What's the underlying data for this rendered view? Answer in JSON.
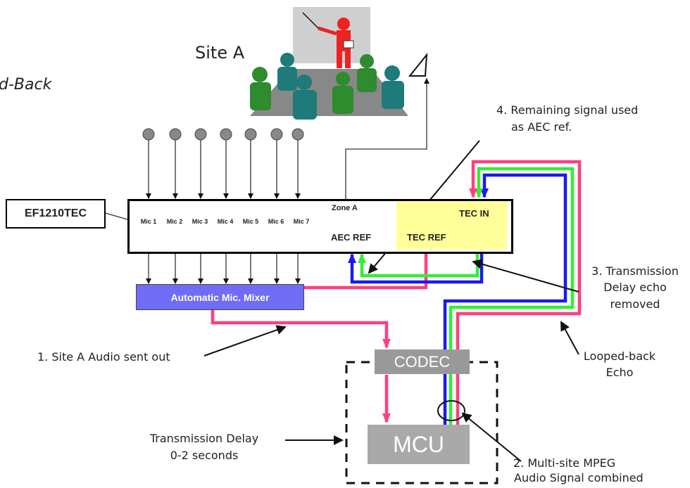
{
  "title_partial": "d-Back",
  "site_label": "Site A",
  "device_label": "EF1210TEC",
  "mics": [
    "Mic 1",
    "Mic 2",
    "Mic 3",
    "Mic 4",
    "Mic 5",
    "Mic 6",
    "Mic 7"
  ],
  "zone_label": "Zone A",
  "aec_ref_label": "AEC REF",
  "tec_ref_label": "TEC REF",
  "tec_in_label": "TEC IN",
  "mixer_label": "Automatic Mic. Mixer",
  "codec_label": "CODEC",
  "mcu_label": "MCU",
  "annotations": {
    "a1": "1. Site A Audio sent out",
    "a2_l1": "2.  Multi-site MPEG",
    "a2_l2": "Audio Signal combined",
    "a3_l1": "3.  Transmission",
    "a3_l2": "Delay echo",
    "a3_l3": "removed",
    "a4_l1": "4.  Remaining signal used",
    "a4_l2": "as AEC ref.",
    "looped_l1": "Looped-back",
    "looped_l2": "Echo",
    "delay_l1": "Transmission Delay",
    "delay_l2": "0-2 seconds"
  },
  "colors": {
    "pink": "#ff3f7f",
    "green": "#33ee33",
    "blue": "#1a1aee",
    "tec_panel": "#ffff99",
    "mixer": "#6f6cf5",
    "codec": "#999999",
    "mcu": "#a9a9a9"
  }
}
